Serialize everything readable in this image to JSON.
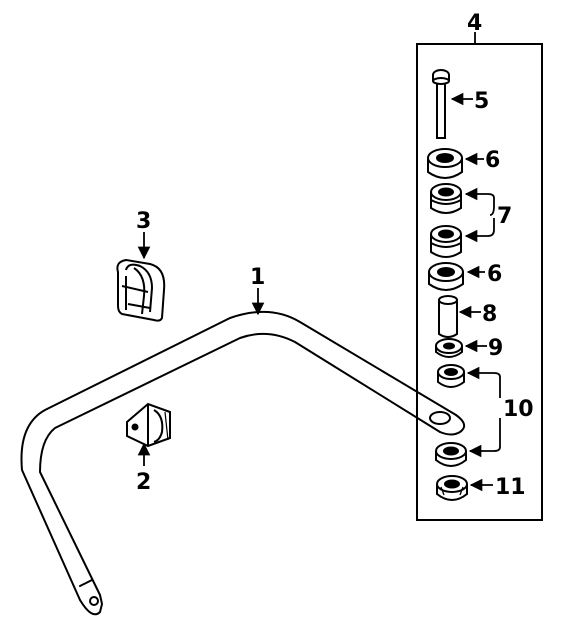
{
  "callouts": {
    "c1": "1",
    "c2": "2",
    "c3": "3",
    "c4": "4",
    "c5": "5",
    "c6a": "6",
    "c6b": "6",
    "c7": "7",
    "c8": "8",
    "c9": "9",
    "c10": "10",
    "c11": "11"
  },
  "colors": {
    "line": "#000000",
    "background": "#ffffff"
  }
}
